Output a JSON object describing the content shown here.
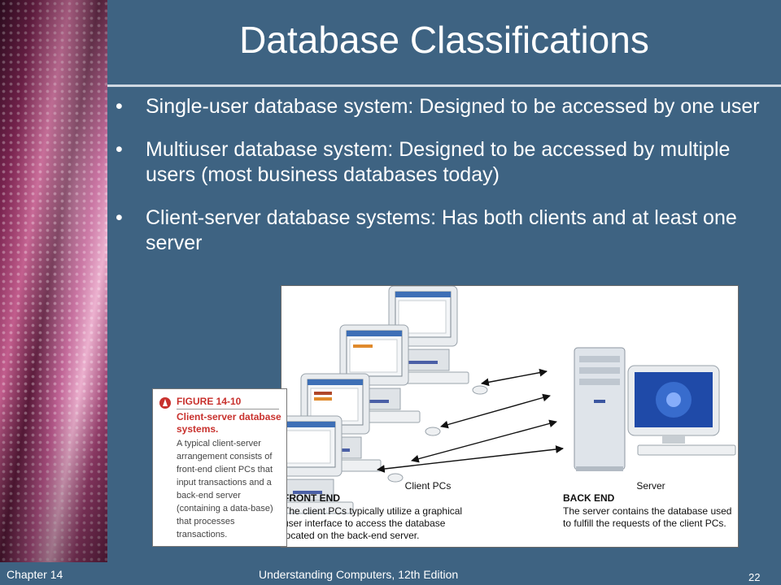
{
  "slide": {
    "title": "Database Classifications",
    "bullets": [
      "Single-user database system: Designed to be accessed by one user",
      "Multiuser database system: Designed to be accessed by multiple users (most business databases today)",
      "Client-server database systems: Has both clients and at least one server"
    ]
  },
  "figure": {
    "client_label": "Client PCs",
    "server_label": "Server",
    "front_end_title": "FRONT END",
    "front_end_lines": [
      "The client PCs typically utilize a graphical",
      "user interface to access the database",
      "located on the back-end server."
    ],
    "back_end_title": "BACK END",
    "back_end_lines": [
      "The server contains the database used",
      "to fulfill the requests of the client PCs."
    ]
  },
  "caption": {
    "figure_number": "FIGURE 14-10",
    "figure_name": "Client-server database systems.",
    "description": "A typical client-server arrangement consists of front-end client PCs that input transactions and a back-end server (containing a data-base) that processes transactions."
  },
  "footer": {
    "chapter": "Chapter 14",
    "book": "Understanding Computers, 12th Edition",
    "page_number": "22"
  },
  "colors": {
    "background": "#3e6382",
    "accent_red": "#c8312d"
  }
}
